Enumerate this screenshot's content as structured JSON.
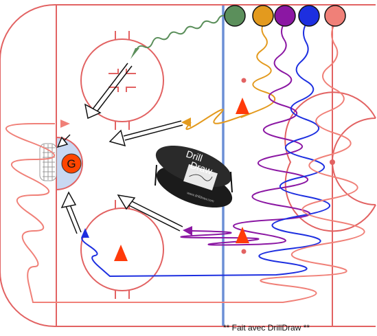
{
  "goalie_label": "G",
  "watermark": "** Fait avec DrillDraw **",
  "logo": {
    "line1": "Drill",
    "line2": "Draw",
    "url_text": "www.drilldraw.com"
  },
  "players": [
    {
      "id": "green",
      "color": "#5b8f5b"
    },
    {
      "id": "orange",
      "color": "#e39a1e"
    },
    {
      "id": "purple",
      "color": "#8b17a3"
    },
    {
      "id": "blue",
      "color": "#1d2fe0"
    },
    {
      "id": "salmon",
      "color": "#f08078"
    }
  ],
  "colors": {
    "rink_line": "#e26262",
    "blue_line": "#6c8fd6",
    "crease_fill": "#c8d8f2",
    "cone": "#ff3a0a",
    "goalie_fill": "#ff4500",
    "puck": "#111111"
  }
}
